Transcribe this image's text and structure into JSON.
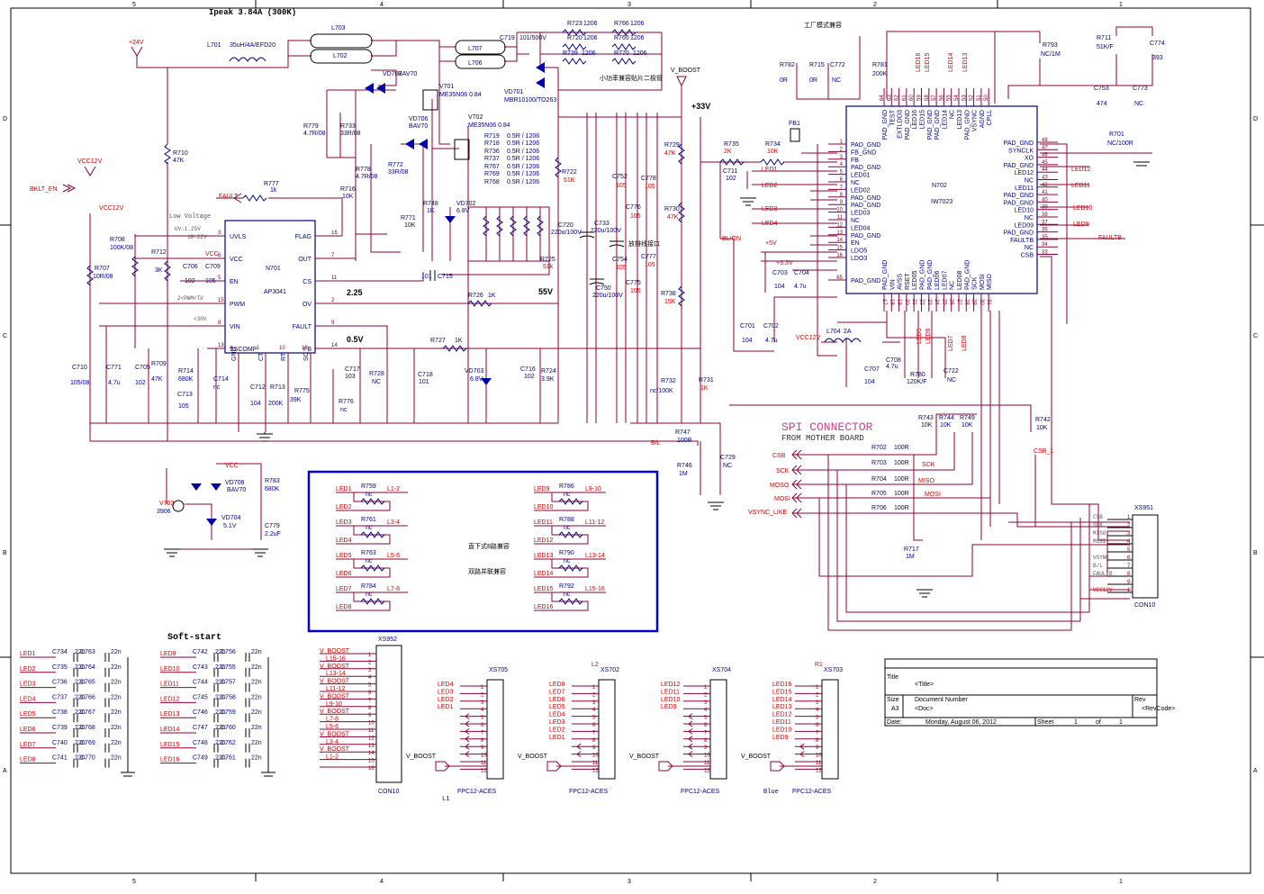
{
  "sheet": {
    "col_markers": [
      "5",
      "4",
      "3",
      "2",
      "1"
    ],
    "row_markers": [
      "D",
      "C",
      "B",
      "A"
    ],
    "headline": "Ipeak 3.84A (300K)",
    "softstart": "Soft-start",
    "spi_title": "SPI CONNECTOR",
    "spi_sub": "FROM MOTHER BOARD",
    "factory_note": "工厂模式兼容",
    "small_power_note": "小功率兼容贴片二极管",
    "direct_note": "直下式8路兼容",
    "dual_note": "双路并联兼容",
    "lamp_note": "放排线接口"
  },
  "nets": {
    "p24": "+24V",
    "vcc12a": "VCC12V",
    "vcc12b": "VCC12V",
    "bklt": "BKLT_EN",
    "fault": "FAULT",
    "vboost": "V_BOOST",
    "p33": "+33V",
    "v55": "55V",
    "v225": "2.25",
    "v05": "0.5V",
    "blon": "BL/ON",
    "bl": "B/L",
    "p5": "+5V",
    "p3v3": "+3.3V",
    "vcc12c": "VCC12V",
    "vcc": "VCC",
    "vcc2": "VCC",
    "faultb": "FAULTB",
    "csb1": "CSB_1",
    "low_voltage": "Low Voltage",
    "uv": "UV:1.25V",
    "uvr": "18-22V",
    "pwm": "2<PWM<TV",
    "lt30": "<30V"
  },
  "ic_ap3041": {
    "ref": "N701",
    "part": "AP3041",
    "left_pins": [
      [
        "3",
        "UVLS"
      ],
      [
        "6",
        "VCC"
      ],
      [
        "5",
        "EN"
      ],
      [
        "15",
        "PWM"
      ],
      [
        "8",
        "VIN"
      ],
      [
        "13",
        "SSCOMP"
      ]
    ],
    "right_pins": [
      [
        "16",
        "FLAG"
      ],
      [
        "7",
        "OUT"
      ],
      [
        "11",
        "CS"
      ],
      [
        "2",
        "OV"
      ],
      [
        "9",
        "FAULT"
      ],
      [
        "14",
        "FB"
      ]
    ],
    "bottom_pins": [
      [
        "4",
        "GND"
      ],
      [
        "1",
        "CT"
      ],
      [
        "10",
        "RT"
      ],
      [
        "12",
        "SC"
      ]
    ]
  },
  "ic_iw7023": {
    "ref": "N702",
    "part": "IW7023",
    "left": [
      [
        "1",
        "PAD_GND"
      ],
      [
        "2",
        "FB_GND"
      ],
      [
        "3",
        "FB"
      ],
      [
        "4",
        "PAD_GND"
      ],
      [
        "5",
        "LED01"
      ],
      [
        "6",
        "NC"
      ],
      [
        "7",
        "LED02"
      ],
      [
        "8",
        "PAD_GND"
      ],
      [
        "9",
        "PAD_GND"
      ],
      [
        "10",
        "LED03"
      ],
      [
        "11",
        "NC"
      ],
      [
        "12",
        "LED04"
      ],
      [
        "13",
        "PAD_GND"
      ],
      [
        "14",
        "EN"
      ],
      [
        "15",
        "LDO5"
      ],
      [
        "16",
        "LDO3"
      ],
      [
        "65",
        "PAD_GND"
      ]
    ],
    "right": [
      [
        "48",
        "PAD_GND"
      ],
      [
        "47",
        "SYNCLK"
      ],
      [
        "46",
        "XO"
      ],
      [
        "45",
        "PAD_GND"
      ],
      [
        "44",
        "LED12"
      ],
      [
        "43",
        "NC"
      ],
      [
        "42",
        "LED11"
      ],
      [
        "41",
        "PAD_GND"
      ],
      [
        "40",
        "PAD_GND"
      ],
      [
        "39",
        "LED10"
      ],
      [
        "38",
        "NC"
      ],
      [
        "37",
        "LED09"
      ],
      [
        "36",
        "PAD_GND"
      ],
      [
        "35",
        "FAULTB"
      ],
      [
        "34",
        "NC"
      ],
      [
        "33",
        "CSB"
      ]
    ],
    "top": [
      [
        "64",
        "PAD_GND"
      ],
      [
        "63",
        "TEST"
      ],
      [
        "62",
        "EXTLDO3"
      ],
      [
        "61",
        "PAD_GND"
      ],
      [
        "60",
        "LED16"
      ],
      [
        "59",
        "LED15"
      ],
      [
        "58",
        "PAD_GND"
      ],
      [
        "57",
        "PAD_GND"
      ],
      [
        "56",
        "LED14"
      ],
      [
        "55",
        "NC"
      ],
      [
        "54",
        "LED13"
      ],
      [
        "53",
        "PAD_GND"
      ],
      [
        "52",
        "VSYNC"
      ],
      [
        "51",
        "AGND"
      ],
      [
        "50",
        "CPLL"
      ]
    ],
    "bottom": [
      [
        "17",
        "PAD_GND"
      ],
      [
        "18",
        "VIN"
      ],
      [
        "19",
        "AVSS"
      ],
      [
        "20",
        "RSET"
      ],
      [
        "21",
        "LED05"
      ],
      [
        "22",
        "PAD_GND"
      ],
      [
        "23",
        "PAD_GND"
      ],
      [
        "24",
        "LED06"
      ],
      [
        "25",
        "LED07"
      ],
      [
        "26",
        "NC"
      ],
      [
        "27",
        "LED08"
      ],
      [
        "28",
        "PAD_GND"
      ],
      [
        "29",
        "SCK"
      ],
      [
        "30",
        "MOSI"
      ],
      [
        "31",
        "MISO"
      ]
    ]
  },
  "components": {
    "L701": "L701",
    "L701v": "35uH/4A/EFD20",
    "L703": "L703",
    "L702": "L702",
    "L707": "L707",
    "L706": "L706",
    "VD707": "VD707",
    "VD707v": "BAV70",
    "V701": "V701",
    "V701v": "ME35N06 0.84",
    "V702": "V702",
    "V702v": "ME35N06 0.84",
    "VD706": "VD706",
    "VD706v": "BAV70",
    "VD701": "VD701",
    "VD701v": "MBR10100/TO263",
    "C719": "C719",
    "C719v": "101/500V",
    "R723": "R723",
    "R723v": "1206",
    "R766": "R766",
    "R766v": "1206",
    "R720": "R720",
    "R720v": "1206",
    "R765": "R765",
    "R765v": "1206",
    "R739": "R739",
    "R739v": "1206",
    "R770": "R770",
    "R770v": "1206",
    "R779": "R779",
    "R779v": "4.7R/08",
    "R733": "R733",
    "R733v": "33R/08",
    "R710": "R710",
    "R710v": "47K",
    "R777": "R777",
    "R777v": "1k",
    "R778": "R778",
    "R778v": "4.7R/08",
    "R772": "R772",
    "R772v": "33R/08",
    "R716": "R716",
    "R716v": "10K",
    "R771": "R771",
    "R771v": "10K",
    "R748": "R748",
    "R748v": "1K",
    "VD702": "VD702",
    "VD702v": "6.8V",
    "R719": "R719",
    "R719v": "0.5R / 1206",
    "R718": "R718",
    "R718v": "0.5R / 1206",
    "R736": "R736",
    "R736v": "0.5R / 1206",
    "R737": "R737",
    "R737v": "0.5R / 1206",
    "R767": "R767",
    "R767v": "0.5R / 1206",
    "R769": "R769",
    "R769v": "0.5R / 1206",
    "R768": "R768",
    "R768v": "0.5R / 1206",
    "R722": "R722",
    "R722v": "51K",
    "R725": "R725",
    "R725v": "51k",
    "C720": "C720",
    "C720v": "220u/100V",
    "C733": "C733",
    "C733v": "220u/100V",
    "C750": "C750",
    "C750v": "220u/100V",
    "C752": "C752",
    "C752v": "105",
    "C776": "C776",
    "C776v": "105",
    "C754": "C754",
    "C754v": "105",
    "C775": "C775",
    "C775v": "105",
    "C778": "C778",
    "C778v": "105",
    "C777": "C777",
    "C777v": "105",
    "R729": "R729",
    "R729v": "47K",
    "R730": "R730",
    "R730v": "47K",
    "R738": "R738",
    "R738v": "15K",
    "R735": "R735",
    "R735v": "2K",
    "R734": "R734",
    "R734v": "10K",
    "C711": "C711",
    "C711v": "102",
    "FB1": "FB1",
    "R708": "R708",
    "R708v": "100K/08",
    "R712": "R712",
    "R712v": "3K",
    "R707": "R707",
    "R707v": "10R/08",
    "C706": "C706",
    "C706v": "102",
    "C709": "C709",
    "C709v": "105",
    "C715": "C715",
    "C715v": "101",
    "R726": "R726",
    "R726v": "1K",
    "R727": "R727",
    "R727v": "1K",
    "VD703": "VD703",
    "VD703v": "6.8V",
    "C710": "C710",
    "C710v": "105/08",
    "C771": "C771",
    "C771v": "4.7u",
    "C705": "C705",
    "C705v": "102",
    "R709": "R709",
    "R709v": "47K",
    "R714": "R714",
    "R714v": "680K",
    "C713": "C713",
    "C713v": "105",
    "C714": "C714",
    "C714v": "nc",
    "C712": "C712",
    "C712v": "104",
    "R713": "R713",
    "R713v": "200K",
    "R775": "R775",
    "R775v": "39K",
    "R776": "R776",
    "R776v": "nc",
    "C717": "C717",
    "C717v": "103",
    "R728": "R728",
    "R728v": "NC",
    "C718": "C718",
    "C718v": "101",
    "C716": "C716",
    "C716v": "102",
    "R724": "R724",
    "R724v": "3.9K",
    "R732": "R732",
    "R732v": "nc/100K",
    "R731": "R731",
    "R731v": "1K",
    "R747": "R747",
    "R747v": "100R",
    "R746": "R746",
    "R746v": "1M",
    "C729": "C729",
    "C729v": "NC",
    "V703": "V703",
    "V703v": "3906",
    "VD708": "VD708",
    "VD708v": "BAV70",
    "VD704": "VD704",
    "VD704v": "5.1V",
    "R783": "R783",
    "R783v": "680K",
    "C779": "C779",
    "C779v": "2.2uF",
    "R782": "R782",
    "R782v": "0R",
    "R715": "R715",
    "R715v": "0R",
    "C772": "C772",
    "C772v": "NC",
    "R781": "R781",
    "R781v": "200K",
    "R793": "R793",
    "R793v": "NC/1M",
    "R711": "R711",
    "R711v": "51K/F",
    "C774": "C774",
    "C774v": "393",
    "C753": "C753",
    "C753v": "474",
    "C773": "C773",
    "C773v": "NC",
    "R701": "R701",
    "R701v": "NC/100R",
    "C703": "C703",
    "C703v": "104",
    "C704": "C704",
    "C704v": "4.7u",
    "C701": "C701",
    "C701v": "104",
    "C702": "C702",
    "C702v": "4.7u",
    "L704": "L704",
    "L704v": "2A",
    "C707": "C707",
    "C707v": "104",
    "C708": "C708",
    "C708v": "4.7u",
    "R780": "R780",
    "R780v": "120K/F",
    "C722": "C722",
    "C722v": "NC",
    "R743": "R743",
    "R743v": "10K",
    "R744": "R744",
    "R744v": "10K",
    "R749": "R749",
    "R749v": "10K",
    "R742": "R742",
    "R742v": "10K",
    "R702": "R702",
    "R702v": "100R",
    "R703": "R703",
    "R703v": "100R",
    "R704": "R704",
    "R704v": "100R",
    "R705": "R705",
    "R705v": "100R",
    "R706": "R706",
    "R706v": "100R",
    "R717": "R717",
    "R717v": "1M"
  },
  "spi": {
    "signals": [
      "CSB",
      "SCK",
      "MOSO",
      "MOSI",
      "VSYNC_LIKE"
    ],
    "mid": [
      "SCK",
      "MISO",
      "MOSI"
    ],
    "xs951": "XS951",
    "con10": "CON10",
    "xs951_pins": [
      "CSB",
      "SCK",
      "MISO",
      "MOSI",
      "",
      "VSYNC",
      "B/L",
      "FAULTB",
      "",
      "VCC12V"
    ]
  },
  "jumpers": [
    {
      "r": "R759",
      "v": "nc",
      "a": "LED1",
      "b": "LED2",
      "t": "L1-2"
    },
    {
      "r": "R761",
      "v": "nc",
      "a": "LED3",
      "b": "LED4",
      "t": "L3-4"
    },
    {
      "r": "R763",
      "v": "nc",
      "a": "LED5",
      "b": "LED6",
      "t": "L5-6"
    },
    {
      "r": "R784",
      "v": "nc",
      "a": "LED7",
      "b": "LED8",
      "t": "L7-8"
    },
    {
      "r": "R786",
      "v": "nc",
      "a": "LED9",
      "b": "LED10",
      "t": "L9-10"
    },
    {
      "r": "R788",
      "v": "nc",
      "a": "LED11",
      "b": "LED12",
      "t": "L11-12"
    },
    {
      "r": "R790",
      "v": "nc",
      "a": "LED13",
      "b": "LED14",
      "t": "L13-14"
    },
    {
      "r": "R792",
      "v": "nc",
      "a": "LED15",
      "b": "LED16",
      "t": "L15-16"
    }
  ],
  "softcaps": {
    "col1": [
      [
        "LED1",
        "C734",
        "C763"
      ],
      [
        "LED2",
        "C735",
        "C764"
      ],
      [
        "LED3",
        "C736",
        "C765"
      ],
      [
        "LED4",
        "C737",
        "C766"
      ],
      [
        "LED5",
        "C738",
        "C767"
      ],
      [
        "LED6",
        "C739",
        "C768"
      ],
      [
        "LED7",
        "C740",
        "C769"
      ],
      [
        "LED8",
        "C741",
        "C770"
      ]
    ],
    "col2": [
      [
        "LED9",
        "C742",
        "C756"
      ],
      [
        "LED10",
        "C743",
        "C755"
      ],
      [
        "LED11",
        "C744",
        "C757"
      ],
      [
        "LED12",
        "C745",
        "C758"
      ],
      [
        "LED13",
        "C746",
        "C759"
      ],
      [
        "LED14",
        "C747",
        "C760"
      ],
      [
        "LED15",
        "C748",
        "C762"
      ],
      [
        "LED16",
        "C749",
        "C761"
      ]
    ],
    "value": "22n"
  },
  "xs952": {
    "ref": "XS952",
    "part": "CON10",
    "labels": [
      "V_BOOST",
      "L15-16",
      "V_BOOST",
      "L13-14",
      "V_BOOST",
      "L11-12",
      "V_BOOST",
      "L9-10",
      "V_BOOST",
      "L7-8",
      "L5-6",
      "V_BOOST",
      "L3-4",
      "V_BOOST",
      "L1-2",
      ""
    ]
  },
  "fpcs": [
    {
      "ref": "XS705",
      "part": "FPC12-ACES",
      "top": "",
      "bottom": "L1",
      "nets": [
        "LED4",
        "LED3",
        "LED2",
        "LED1"
      ]
    },
    {
      "ref": "XS702",
      "part": "FPC12-ACES",
      "top": "L2",
      "bottom": "",
      "nets": [
        "LED8",
        "LED7",
        "LED6",
        "LED5",
        "LED4",
        "LED3",
        "LED2",
        "LED1"
      ]
    },
    {
      "ref": "XS704",
      "part": "FPC12-ACES",
      "top": "",
      "bottom": "",
      "nets": [
        "LED12",
        "LED11",
        "LED10",
        "LED9"
      ]
    },
    {
      "ref": "XS703",
      "part": "FPC12-ACES",
      "top": "R1",
      "bottom": "Blue",
      "nets": [
        "LED16",
        "LED15",
        "LED14",
        "LED13",
        "LED12",
        "LED11",
        "LED10",
        "LED9"
      ]
    }
  ],
  "titleblock": {
    "title_label": "Title",
    "title": "<Title>",
    "size_label": "Size",
    "size": "A3",
    "docnum_label": "Document Number",
    "doc": "<Doc>",
    "rev_label": "Rev",
    "rev": "<RevCode>",
    "date_label": "Date:",
    "date": "Monday, August 06, 2012",
    "sheet_label": "Sheet",
    "sheet": "1",
    "of_label": "of",
    "of": "1"
  }
}
